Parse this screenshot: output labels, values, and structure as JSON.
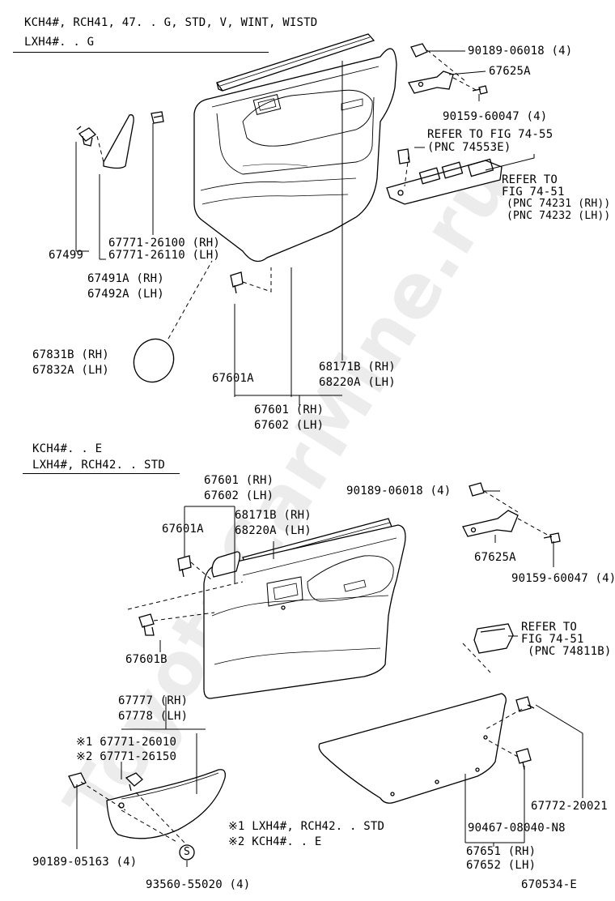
{
  "watermark": "ToyotaCarMine.ru",
  "diagram_id": "670534-E",
  "upper": {
    "header_line1": "KCH4#, RCH41, 47. . G, STD, V, WINT, WISTD",
    "header_line2": "LXH4#. . G",
    "labels": {
      "p90189_06018": "90189-06018 (4)",
      "p67625A": "67625A",
      "p90159_60047": "90159-60047 (4)",
      "refer_55_a": "REFER TO FIG 74-55",
      "refer_55_b": "(PNC 74553E)",
      "refer_51_a": "REFER TO",
      "refer_51_b": "FIG 74-51",
      "refer_51_c": "(PNC 74231 (RH))",
      "refer_51_d": "(PNC 74232 (LH))",
      "p67499": "67499",
      "p67771_26100": "67771-26100 (RH)",
      "p67771_26110": "67771-26110 (LH)",
      "p67491A": "67491A (RH)",
      "p67492A": "67492A (LH)",
      "p67831B": "67831B (RH)",
      "p67832A": "67832A (LH)",
      "p67601A": "67601A",
      "p68171B": "68171B (RH)",
      "p68220A": "68220A (LH)",
      "p67601": "67601 (RH)",
      "p67602": "67602 (LH)"
    }
  },
  "lower": {
    "header_line1": "KCH4#. . E",
    "header_line2": "LXH4#, RCH42. . STD",
    "labels": {
      "p67601": "67601 (RH)",
      "p67602": "67602 (LH)",
      "p68171B": "68171B (RH)",
      "p68220A": "68220A (LH)",
      "p67601A": "67601A",
      "p90189_06018": "90189-06018 (4)",
      "p67625A": "67625A",
      "p90159_60047": "90159-60047 (4)",
      "refer_a": "REFER TO",
      "refer_b": "FIG 74-51",
      "refer_c": "(PNC 74811B)",
      "p67601B": "67601B",
      "p67777": "67777 (RH)",
      "p67778": "67778 (LH)",
      "note1_part": "※1 67771-26010",
      "note2_part": "※2 67771-26150",
      "p67772": "67772-20021",
      "p90467": "90467-08040-N8",
      "p67651": "67651 (RH)",
      "p67652": "67652 (LH)",
      "p90189_05163": "90189-05163 (4)",
      "s_mark": "S",
      "p93560": "93560-55020 (4)",
      "legend1": "※1 LXH4#, RCH42. . STD",
      "legend2": "※2 KCH4#. . E"
    }
  }
}
